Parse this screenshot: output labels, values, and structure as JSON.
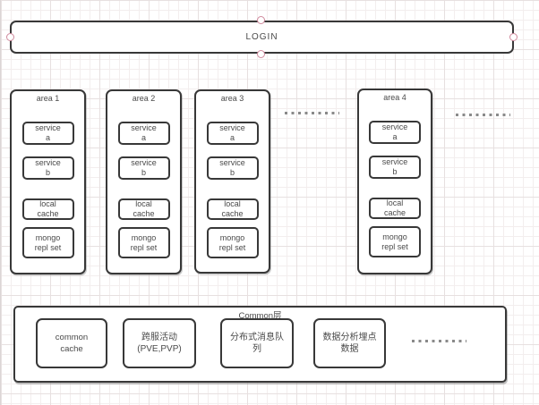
{
  "colors": {
    "stroke": "#383838",
    "text": "#4a4a4a",
    "handle_stroke": "#d08a9d",
    "dots": "#8a8a8a",
    "grid_minor": "#f3eeee",
    "grid_major": "#e7e0e0"
  },
  "login": {
    "label": "LOGIN"
  },
  "areas": [
    {
      "title": "area 1",
      "nodes": [
        {
          "line1": "service",
          "line2": "a"
        },
        {
          "line1": "service",
          "line2": "b"
        },
        {
          "line1": "local",
          "line2": "cache"
        },
        {
          "line1": "mongo",
          "line2": "repl set"
        }
      ]
    },
    {
      "title": "area 2",
      "nodes": [
        {
          "line1": "service",
          "line2": "a"
        },
        {
          "line1": "service",
          "line2": "b"
        },
        {
          "line1": "local",
          "line2": "cache"
        },
        {
          "line1": "mongo",
          "line2": "repl set"
        }
      ]
    },
    {
      "title": "area 3",
      "nodes": [
        {
          "line1": "service",
          "line2": "a"
        },
        {
          "line1": "service",
          "line2": "b"
        },
        {
          "line1": "local",
          "line2": "cache"
        },
        {
          "line1": "mongo",
          "line2": "repl set"
        }
      ]
    },
    {
      "title": "area 4",
      "nodes": [
        {
          "line1": "service",
          "line2": "a"
        },
        {
          "line1": "service",
          "line2": "b"
        },
        {
          "line1": "local",
          "line2": "cache"
        },
        {
          "line1": "mongo",
          "line2": "repl set"
        }
      ]
    }
  ],
  "common": {
    "title": "Common层",
    "nodes": [
      {
        "line1": "common",
        "line2": "cache"
      },
      {
        "line1": "跨服活动",
        "line2": "(PVE,PVP)"
      },
      {
        "line1": "分布式消息队",
        "line2": "列"
      },
      {
        "line1": "数据分析埋点",
        "line2": "数据"
      }
    ]
  }
}
